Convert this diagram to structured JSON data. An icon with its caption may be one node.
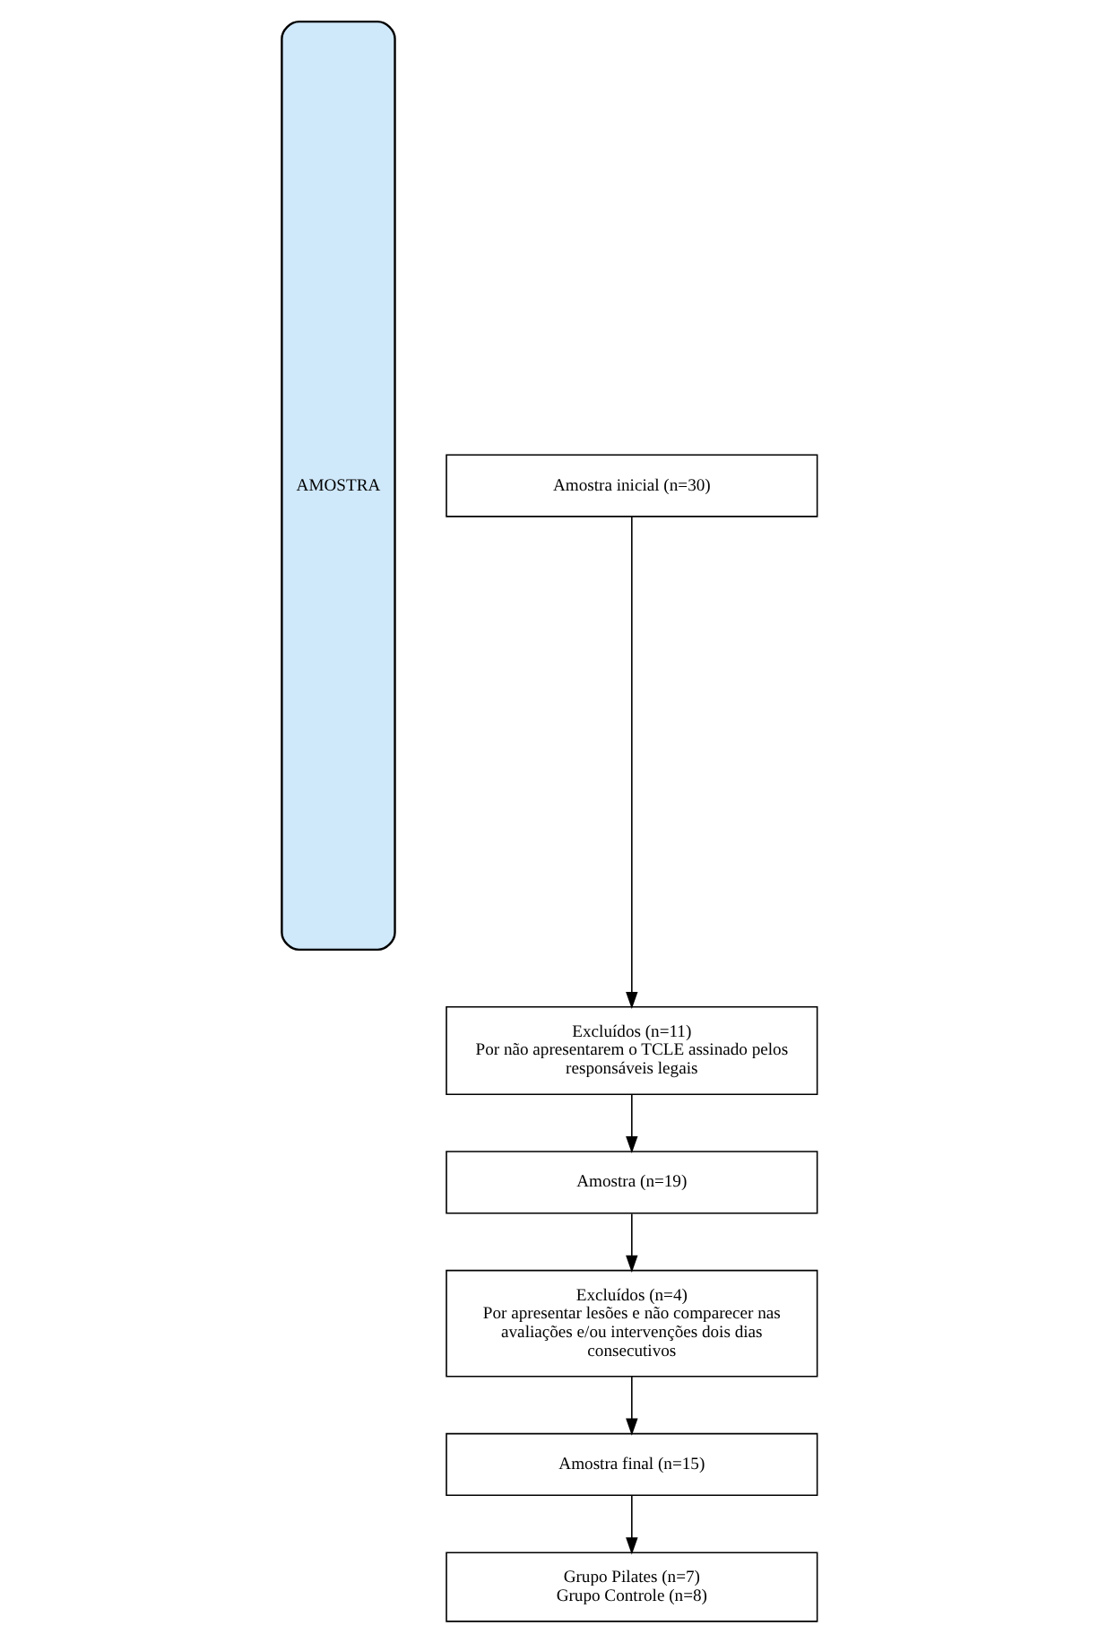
{
  "diagram": {
    "nodes": [
      {
        "text": [
          "AMOSTRA"
        ]
      },
      {
        "text": [
          "Amostra inicial (n=30)"
        ]
      },
      {
        "text": [
          "Excluídos (n=11)",
          "Por não apresentarem o TCLE assinado pelos responsáveis legais"
        ]
      },
      {
        "text": [
          "Amostra (n=19)"
        ]
      },
      {
        "text": [
          "Excluídos (n=4)",
          "Por apresentar lesões e não comparecer nas avaliações e/ou intervenções dois dias consecutivos"
        ]
      },
      {
        "text": [
          "Amostra final (n=15)"
        ]
      },
      {
        "text": [
          "Grupo Pilates (n=7)",
          "Grupo Controle (n=8)"
        ]
      }
    ],
    "edges": [
      {
        "from": 1,
        "to": 2,
        "arrow": "to"
      },
      {
        "from": 2,
        "to": 3,
        "arrow": "to"
      },
      {
        "from": 3,
        "to": 4,
        "arrow": "to"
      },
      {
        "from": 4,
        "to": 5,
        "arrow": "to"
      },
      {
        "from": 5,
        "to": 6,
        "arrow": "to"
      }
    ]
  }
}
